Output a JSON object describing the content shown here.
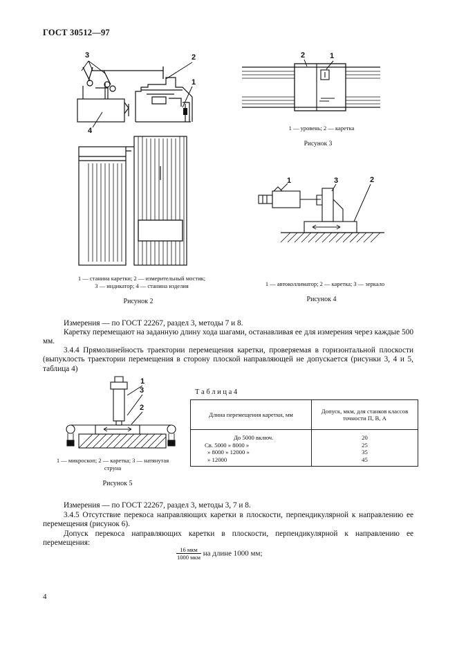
{
  "header": {
    "standard": "ГОСТ 30512—97"
  },
  "figure2": {
    "labels": [
      "3",
      "2",
      "1",
      "4"
    ],
    "legend_line1": "1 — станина каретки; 2 — измерительный мостик;",
    "legend_line2": "3 — индикатор; 4 — станина изделия",
    "title": "Рисунок 2"
  },
  "figure3": {
    "labels": [
      "2",
      "1"
    ],
    "legend": "1 — уровень; 2 — каретка",
    "title": "Рисунок 3"
  },
  "figure4": {
    "labels": [
      "1",
      "3",
      "2"
    ],
    "legend": "1 — автоколлиматор; 2 — каретка; 3 — зеркало",
    "title": "Рисунок 4"
  },
  "figure5": {
    "labels": [
      "1",
      "3",
      "2"
    ],
    "legend_line1": "1 — микроскоп; 2 — каретка; 3 — натянутая",
    "legend_line2": "струна",
    "title": "Рисунок 5"
  },
  "text": {
    "p1": "Измерения — по ГОСТ 22267, раздел 3, методы 7 и 8.",
    "p2": "Каретку перемещают на заданную длину хода шагами, останавливая ее для измерения через каждые 500 мм.",
    "p3": "3.4.4 Прямолинейность траектории перемещения каретки, проверяемая в горизонтальной плоскости (выпуклость траектории перемещения в сторону плоской направляющей не допускается (рисунки 3, 4 и 5, таблица 4)",
    "p4": "Измерения — по ГОСТ 22267, раздел 3, методы 3, 7 и 8.",
    "p5": "3.4.5 Отсутствие перекоса направляющих каретки в плоскости, перпендикулярной к направлению ее перемещения (рисунок 6).",
    "p6": "Допуск перекоса направляющих каретки в плоскости, перпендикулярной к направлению ее перемещения:",
    "frac_num": "16 мкм",
    "frac_den": "1000 мкм",
    "frac_tail": "на длине 1000 мм;"
  },
  "table4": {
    "caption": "Т а б л и ц а 4",
    "col1_header": "Длина перемещения каретки, мм",
    "col2_header": "Допуск, мкм, для станков классов точности П, В, А",
    "rows": [
      {
        "length": "До 5000 включ.",
        "tol": "20"
      },
      {
        "length": "Св. 5000  »   8000    »",
        "tol": "25"
      },
      {
        "length": "»   8000  » 12000    »",
        "tol": "35"
      },
      {
        "length": "» 12000",
        "tol": "45"
      }
    ]
  },
  "footer": {
    "page_number": "4"
  }
}
